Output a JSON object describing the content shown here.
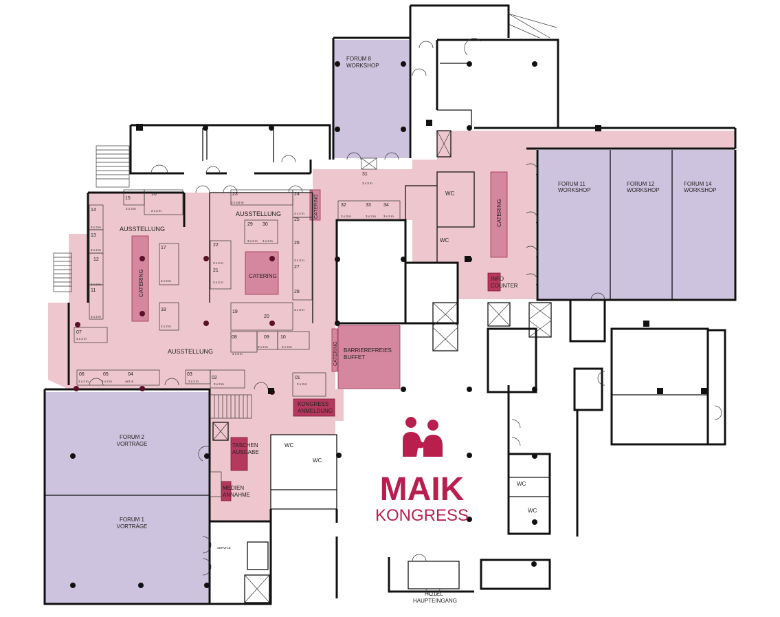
{
  "colors": {
    "exhibition": "#eec6cd",
    "forum": "#cec3de",
    "catering": "#d4879f",
    "dark_marker": "#b5385f",
    "brand": "#b81f4e",
    "wall": "#111111"
  },
  "forums": {
    "forum8": {
      "name": "FORUM 8",
      "sub": "WORKSHOP"
    },
    "forum11": {
      "name": "FORUM 11",
      "sub": "WORKSHOP"
    },
    "forum12": {
      "name": "FORUM 12",
      "sub": "WORKSHOP"
    },
    "forum14": {
      "name": "FORUM 14",
      "sub": "WORKSHOP"
    },
    "forum2": {
      "name": "FORUM 2",
      "sub": "VORTRÄGE"
    },
    "forum1": {
      "name": "FORUM 1",
      "sub": "VORTRÄGE"
    }
  },
  "areas": {
    "ausstellung_left": "AUSSTELLUNG",
    "ausstellung_mid": "AUSSTELLUNG",
    "ausstellung_bottom": "AUSSTELLUNG",
    "catering": "CATERING",
    "barrierefreies": [
      "BARRIEREFREIES",
      "BUFFET"
    ],
    "kongress": [
      "KONGRESS",
      "ANMELDUNG"
    ],
    "taschen": [
      "TASCHEN",
      "AUSGABE"
    ],
    "medien": [
      "MEDIEN",
      "ANNAHME"
    ],
    "info": [
      "INFO",
      "COUNTER"
    ],
    "hotel": [
      "HOTEL",
      "HAUPTEINGANG"
    ],
    "service": "SERVICE",
    "wc": "WC"
  },
  "booths": [
    "01",
    "02",
    "03",
    "04",
    "05",
    "06",
    "07",
    "08",
    "09",
    "10",
    "11",
    "12",
    "13",
    "14",
    "15",
    "16",
    "17",
    "18",
    "19",
    "20",
    "21",
    "22",
    "23",
    "24",
    "25",
    "26",
    "27",
    "28",
    "29",
    "30",
    "31",
    "32",
    "33",
    "34"
  ],
  "sizes": {
    "s3x3": "3 x 3 m",
    "s2x2": "2 x 2 m",
    "s3x2": "3 x 2 m",
    "s4x2": "4x2 m",
    "s3x48": "3 x 4,8 m"
  },
  "logo": {
    "line1": "MAIK",
    "line2": "KONGRESS"
  }
}
